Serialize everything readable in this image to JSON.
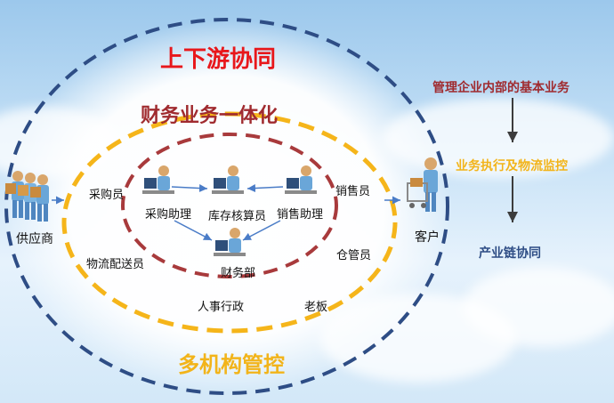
{
  "outer_title": "上下游协同",
  "inner_title": "财务业务一体化",
  "bottom_title": "多机构管控",
  "supplier": "供应商",
  "customer": "客户",
  "roles": {
    "purchaser": "采购员",
    "logistics": "物流配送员",
    "hr": "人事行政",
    "boss": "老板",
    "sales": "销售员",
    "warehouse": "仓管员"
  },
  "nodes": {
    "purchase_assistant": "采购助理",
    "inventory_accountant": "库存核算员",
    "sales_assistant": "销售助理",
    "finance": "财务部"
  },
  "right_panel": {
    "item1": "管理企业内部的基本业务",
    "item2": "业务执行及物流监控",
    "item3": "产业链协同"
  },
  "colors": {
    "outer_ring": "#2e4d85",
    "middle_ring": "#f5b51a",
    "inner_ring": "#a83a3c",
    "arrow": "#4a7cc7"
  }
}
